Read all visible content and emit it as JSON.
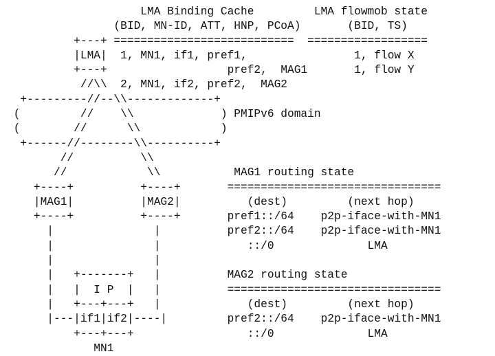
{
  "diagram": {
    "lines": [
      "                    LMA Binding Cache         LMA flowmob state",
      "                (BID, MN-ID, ATT, HNP, PCoA)       (BID, TS)",
      "          +---+ ===========================  ==================",
      "          |LMA|  1, MN1, if1, pref1,                1, flow X",
      "          +---+                  pref2,  MAG1       1, flow Y",
      "           //\\\\  2, MN1, if2, pref2,  MAG2",
      "  +---------//--\\\\-------------+",
      " (         //    \\\\             ) PMIPv6 domain",
      " (        //      \\\\            )",
      "  +------//--------\\\\----------+",
      "        //          \\\\",
      "       //            \\\\           MAG1 routing state",
      "    +----+          +----+       ================================",
      "    |MAG1|          |MAG2|          (dest)         (next hop)",
      "    +----+          +----+       pref1::/64    p2p-iface-with-MN1",
      "      |               |          pref2::/64    p2p-iface-with-MN1",
      "      |               |             ::/0              LMA",
      "      |               |",
      "      |   +-------+   |          MAG2 routing state",
      "      |   |  I P  |   |          ================================",
      "      |   +---+---+   |             (dest)         (next hop)",
      "      |---|if1|if2|----|         pref2::/64    p2p-iface-with-MN1",
      "          +---+---+                 ::/0              LMA",
      "             MN1"
    ]
  }
}
